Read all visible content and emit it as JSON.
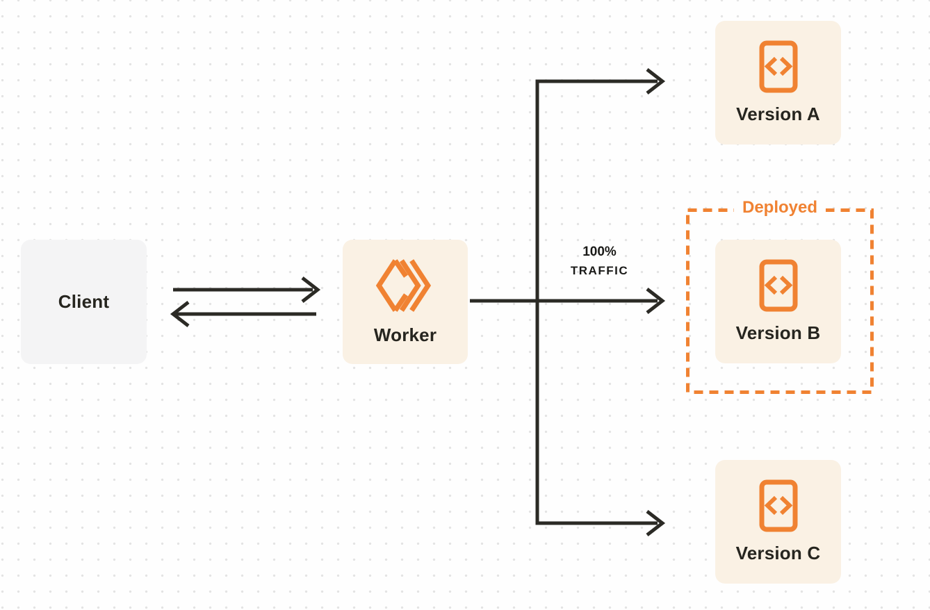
{
  "diagram": {
    "client": {
      "label": "Client"
    },
    "worker": {
      "label": "Worker",
      "icon": "workers-logo-icon"
    },
    "traffic": {
      "percent": "100%",
      "word": "TRAFFIC"
    },
    "deployed_group": {
      "label": "Deployed"
    },
    "versions": [
      {
        "label": "Version A",
        "icon": "code-file-icon"
      },
      {
        "label": "Version B",
        "icon": "code-file-icon",
        "deployed": true
      },
      {
        "label": "Version C",
        "icon": "code-file-icon"
      }
    ]
  },
  "colors": {
    "background": "#FEFEFE",
    "dot": "#E3E3E3",
    "ink": "#2B2A25",
    "accent_orange": "#F08232",
    "node_cream": "#FAF1E4",
    "node_gray": "#F4F4F5"
  }
}
